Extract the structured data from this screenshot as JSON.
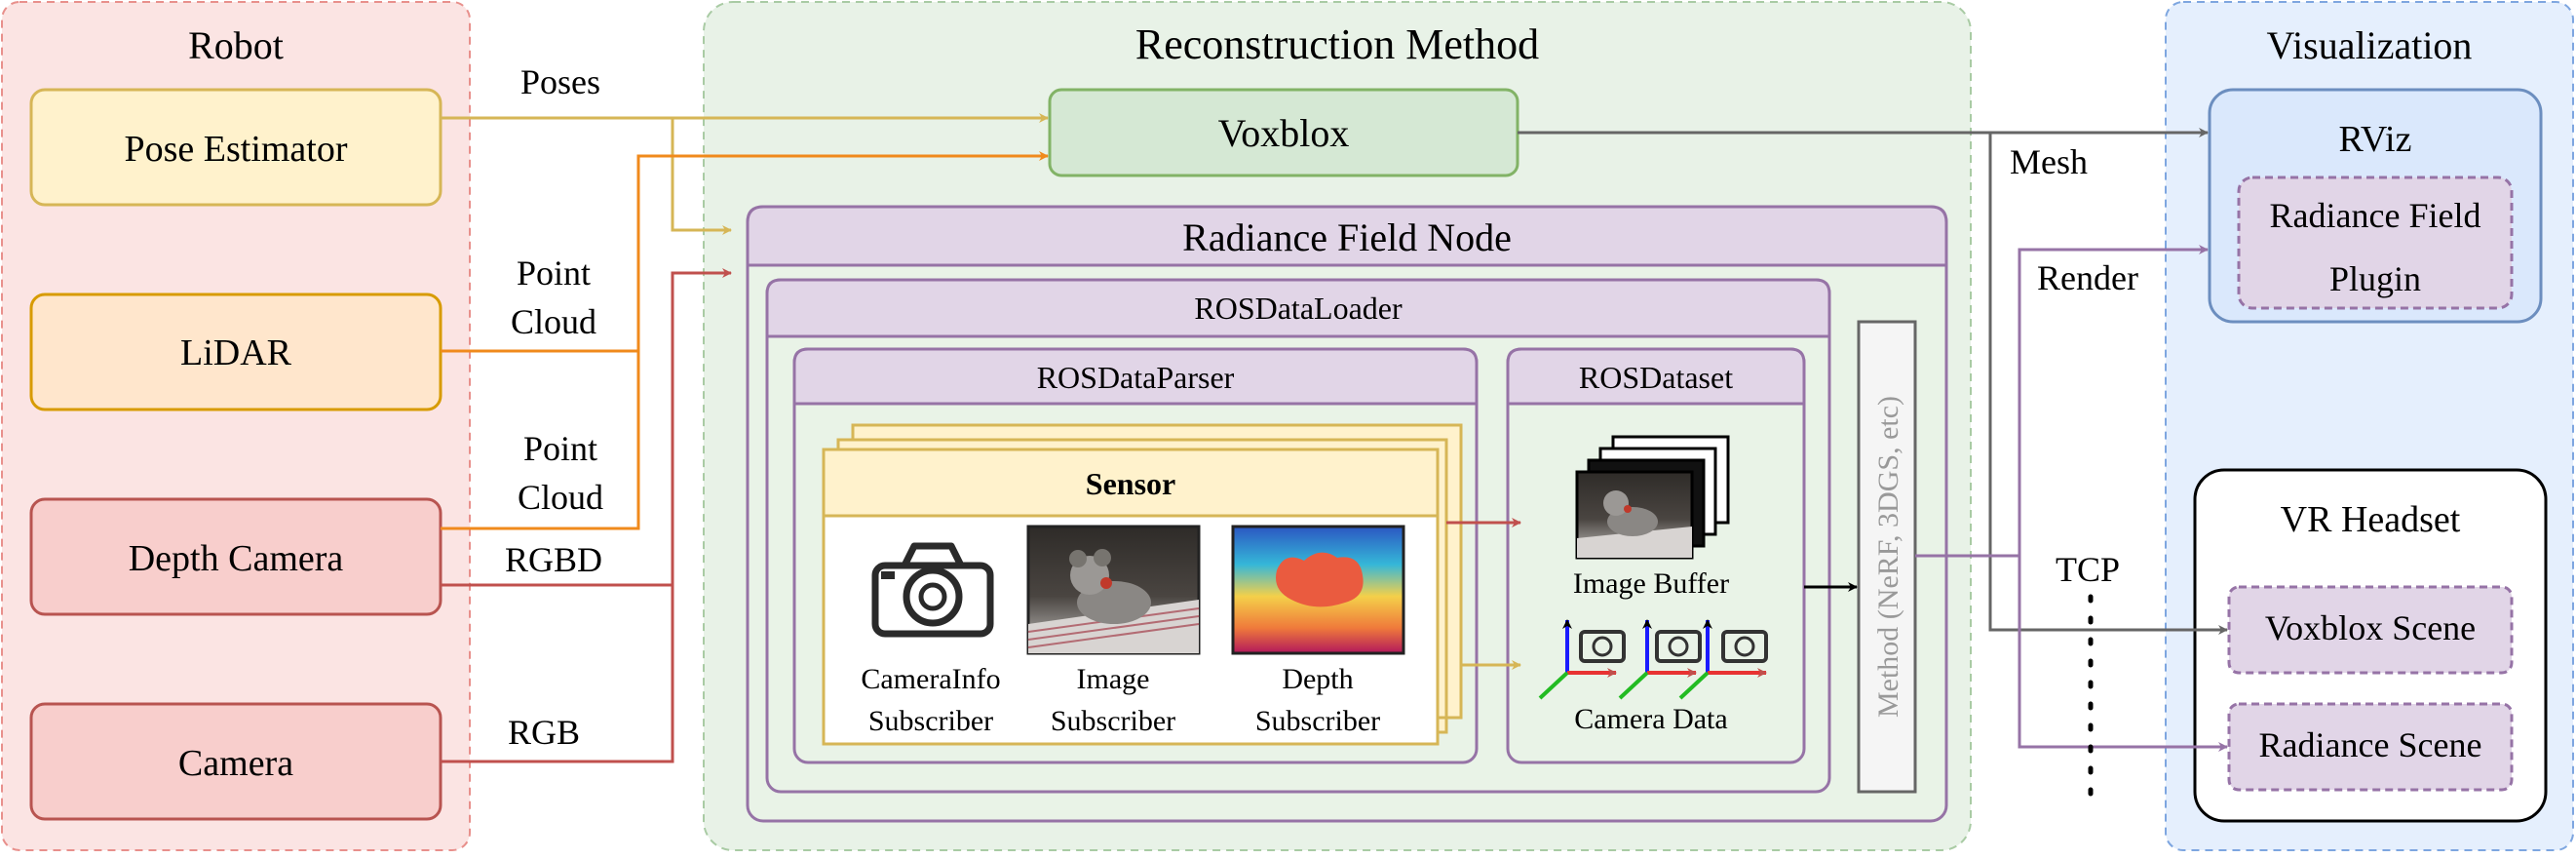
{
  "panels": {
    "robot": "Robot",
    "recon": "Reconstruction Method",
    "vis": "Visualization"
  },
  "robot": {
    "pose": "Pose Estimator",
    "lidar": "LiDAR",
    "depth": "Depth Camera",
    "camera": "Camera"
  },
  "edges": {
    "poses": "Poses",
    "point1": "Point",
    "cloud1": "Cloud",
    "point2": "Point",
    "cloud2": "Cloud",
    "rgbd": "RGBD",
    "rgb": "RGB",
    "mesh": "Mesh",
    "render": "Render",
    "tcp": "TCP"
  },
  "recon": {
    "voxblox": "Voxblox",
    "rfn": "Radiance Field Node",
    "loader": "ROSDataLoader",
    "parser": "ROSDataParser",
    "dataset": "ROSDataset",
    "sensor": "Sensor",
    "caminfo1": "CameraInfo",
    "caminfo2": "Subscriber",
    "image1": "Image",
    "image2": "Subscriber",
    "depth1": "Depth",
    "depth2": "Subscriber",
    "imgbuf": "Image Buffer",
    "camdata": "Camera Data",
    "method": "Method (NeRF, 3DGS, etc)"
  },
  "vis": {
    "rviz": "RViz",
    "plugin1": "Radiance Field",
    "plugin2": "Plugin",
    "vr": "VR Headset",
    "vox_scene": "Voxblox Scene",
    "rad_scene": "Radiance Scene"
  },
  "colors": {
    "pose": "#d6b656",
    "lidar": "#d79b00",
    "depth": "#b85450",
    "mesh": "#666666",
    "render": "#9673a6",
    "bright_orange": "#f08a1c"
  }
}
